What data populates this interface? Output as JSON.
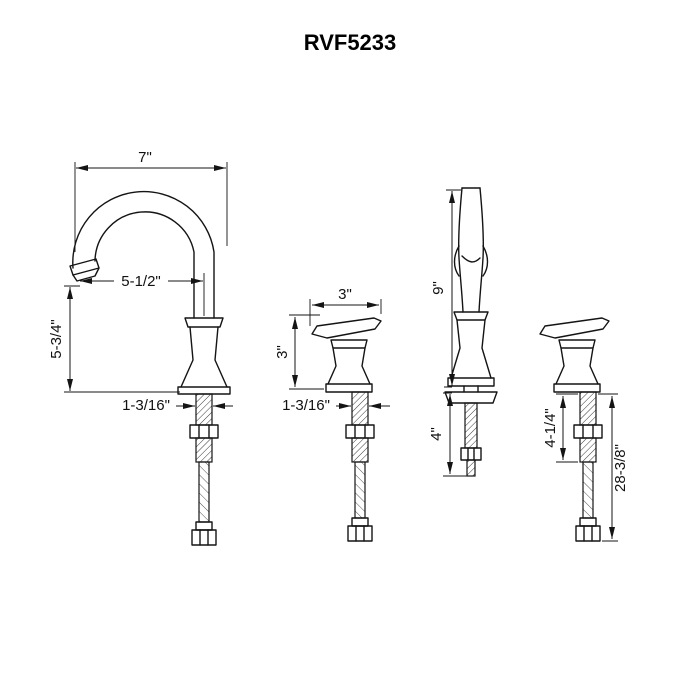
{
  "title": "RVF5233",
  "figures": {
    "spout": {
      "width": "7\"",
      "reach": "5-1/2\"",
      "height": "5-3/4\"",
      "base_diameter": "1-3/16\""
    },
    "handle_front": {
      "length": "3\"",
      "height": "3\"",
      "base_diameter": "1-3/16\""
    },
    "sprayer": {
      "height": "9\"",
      "shank_length": "4\""
    },
    "handle_side": {
      "shank_length": "4-1/4\"",
      "hose_length": "28-3/8\""
    }
  }
}
